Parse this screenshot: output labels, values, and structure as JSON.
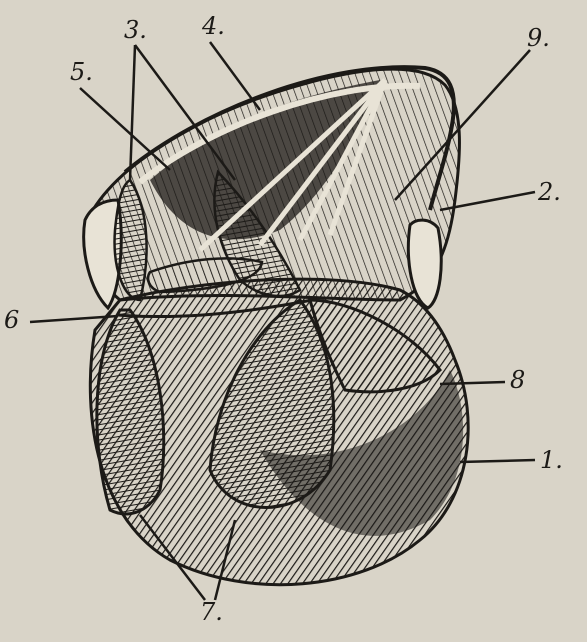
{
  "figure": {
    "paper_color": "#d9d4c8",
    "ink_color": "#1c1a17",
    "labels": {
      "l1": "1.",
      "l2": "2.",
      "l3": "3.",
      "l4": "4.",
      "l5": "5.",
      "l6": "6",
      "l7": "7.",
      "l8": "8",
      "l9": "9."
    }
  }
}
